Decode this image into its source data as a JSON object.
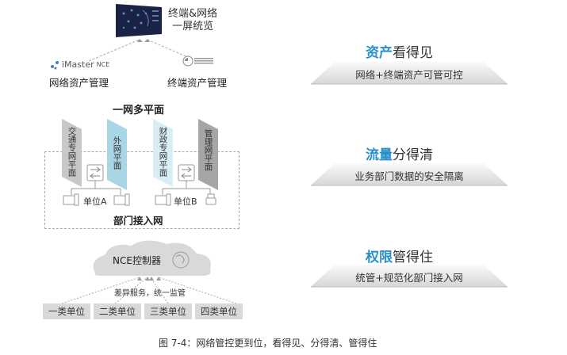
{
  "top": {
    "screen_label_line1": "终端&网络",
    "screen_label_line2": "一屏统览",
    "left_logo": {
      "brand": "iMaster",
      "suffix": "NCE"
    },
    "left_label": "网络资产管理",
    "right_label": "终端资产管理"
  },
  "middle": {
    "title": "一网多平面",
    "planes": [
      {
        "label": "交通专网平面",
        "color": "#c8c8c8"
      },
      {
        "label": "外网平面",
        "color": "#a9d6e5"
      },
      {
        "label": "财政专网平面",
        "color": "#d8edf4"
      },
      {
        "label": "管理网平面",
        "color": "#a6a6a6"
      }
    ],
    "unit_a": "单位A",
    "unit_b": "单位B",
    "network_label": "部门接入网"
  },
  "bottom": {
    "controller": "NCE控制器",
    "service_note": "差异服务，统一监管",
    "categories": [
      "一类单位",
      "二类单位",
      "三类单位",
      "四类单位"
    ]
  },
  "pillars": [
    {
      "accent": "资产",
      "rest": "看得见",
      "desc": "网络+终端资产可管可控"
    },
    {
      "accent": "流量",
      "rest": "分得清",
      "desc": "业务部门数据的安全隔离"
    },
    {
      "accent": "权限",
      "rest": "管得住",
      "desc": "统管+规范化部门接入网"
    }
  ],
  "colors": {
    "accent": "#2a8fc9",
    "plane_gray": "#c8c8c8",
    "plane_blue": "#a9d6e5"
  },
  "caption": "图 7-4：网络管控更到位，看得见、分得清、管得住"
}
